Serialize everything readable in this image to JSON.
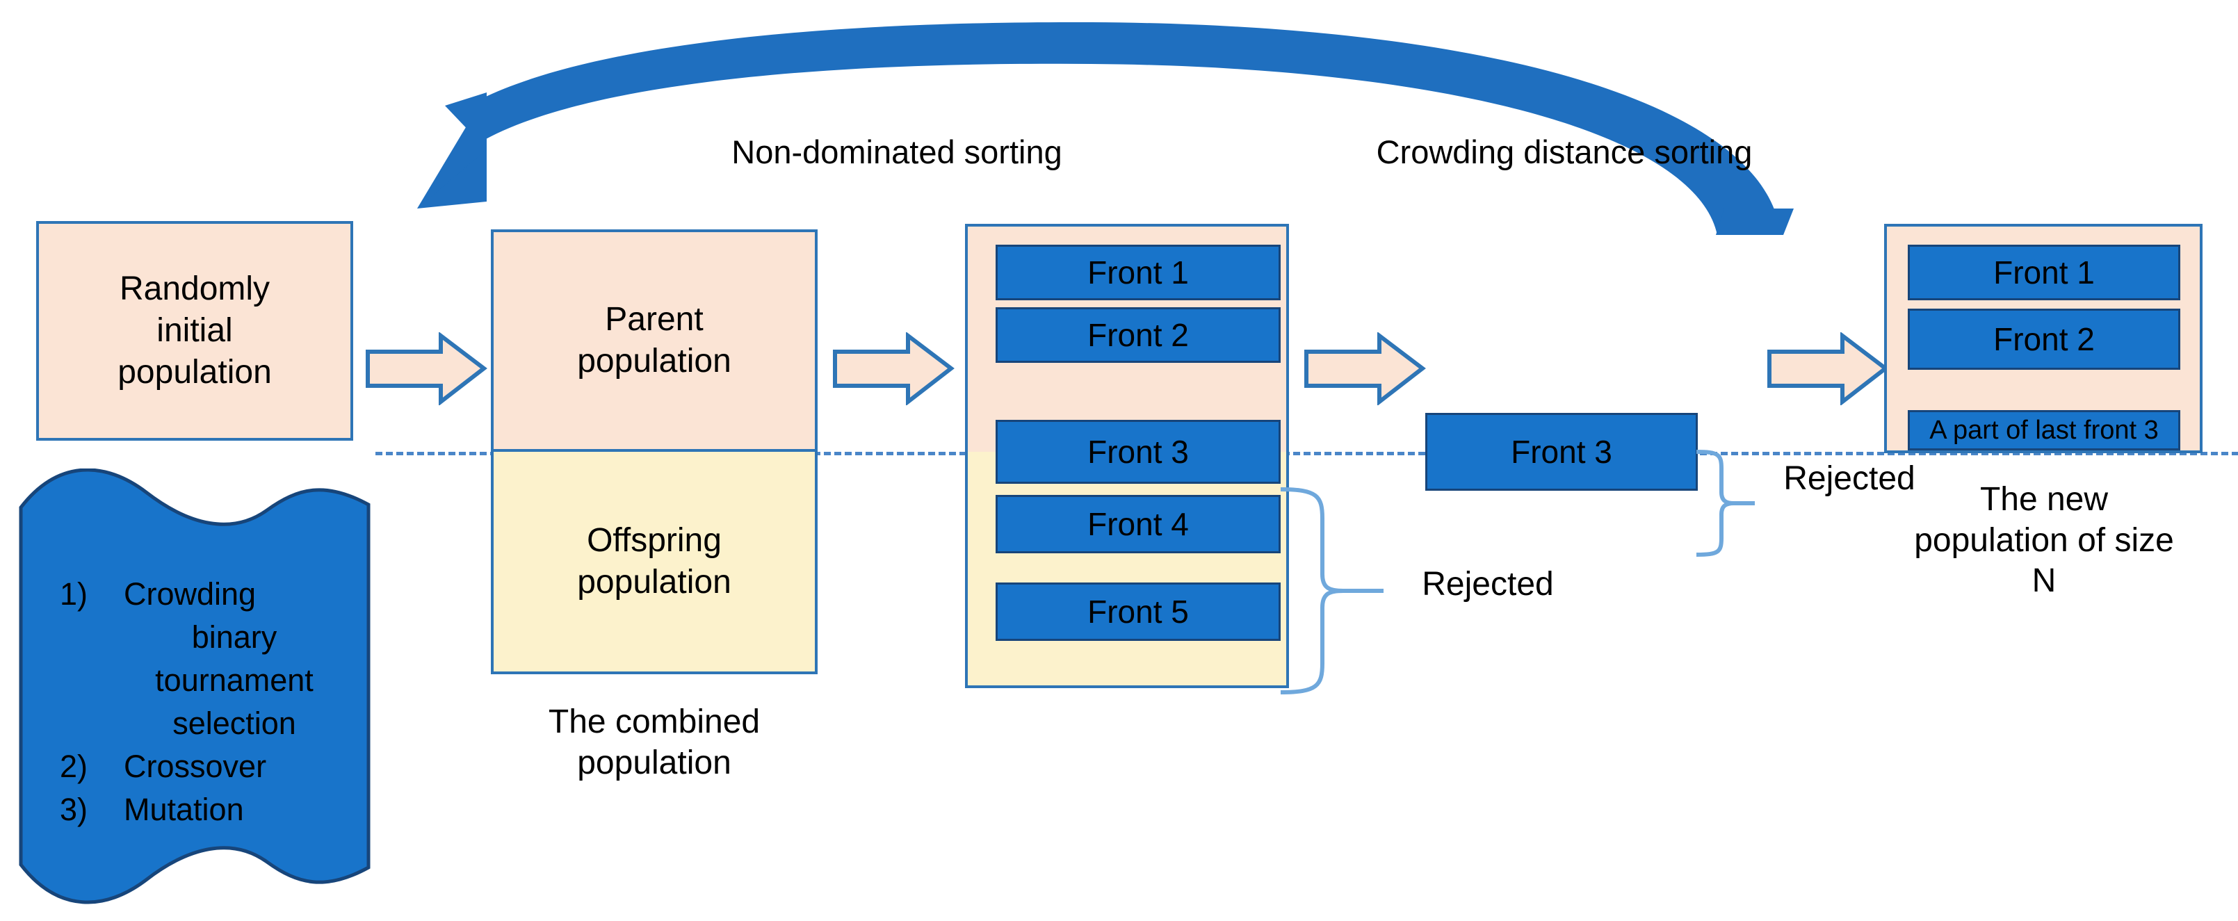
{
  "diagram": {
    "title": "NSGA-II procedure flow",
    "colors": {
      "blue_fill": "#1874CA",
      "blue_outline": "#2E75B6",
      "peach_fill": "#FBE4D5",
      "cream_fill": "#FCF2CC",
      "brace_blue": "#6FA8DC",
      "arrow_blue": "#1F6FBF"
    },
    "stage_titles": {
      "non_dominated_sorting": "Non-dominated sorting",
      "crowding_distance_sorting": "Crowding distance sorting"
    },
    "initial_box": {
      "text": "Randomly\ninitial\npopulation"
    },
    "operators_panel": {
      "items": [
        {
          "number": "1)",
          "text": "Crowding binary tournament selection"
        },
        {
          "number": "2)",
          "text": "Crossover"
        },
        {
          "number": "3)",
          "text": "Mutation"
        }
      ],
      "lines": [
        {
          "num": "1)",
          "text": "Crowding"
        },
        {
          "num": "",
          "text": "binary"
        },
        {
          "num": "",
          "text": "tournament"
        },
        {
          "num": "",
          "text": "selection"
        },
        {
          "num": "2)",
          "text": "Crossover"
        },
        {
          "num": "3)",
          "text": "Mutation"
        }
      ]
    },
    "combined_population": {
      "parent_label": "Parent\npopulation",
      "offspring_label": "Offspring\npopulation",
      "caption": "The combined\npopulation"
    },
    "sorted_fronts": {
      "bars": [
        "Front 1",
        "Front 2",
        "Front 3",
        "Front 4",
        "Front 5"
      ],
      "rejected_label": "Rejected"
    },
    "crowding_stage": {
      "front3_label": "Front 3",
      "rejected_label": "Rejected"
    },
    "new_population": {
      "bars": [
        "Front 1",
        "Front 2",
        "A part of last front 3"
      ],
      "caption": "The new\npopulation of size\nN"
    },
    "feedback_arrow": {
      "name": "loop-back-arrow"
    }
  }
}
